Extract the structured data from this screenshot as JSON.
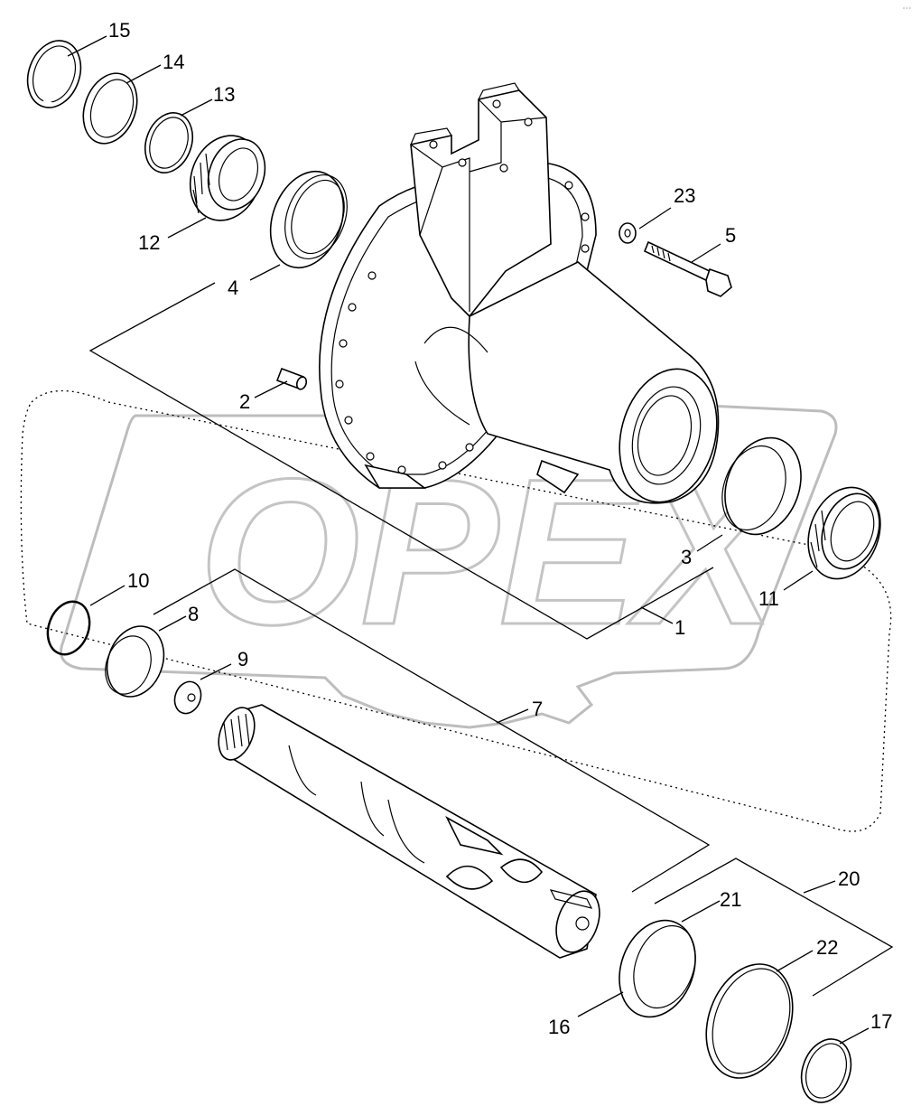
{
  "watermark": {
    "text": "OPEX"
  },
  "corner_mark": "° ° °",
  "callouts": {
    "c1": "1",
    "c2": "2",
    "c3": "3",
    "c4": "4",
    "c5": "5",
    "c7": "7",
    "c8": "8",
    "c9": "9",
    "c10": "10",
    "c11": "11",
    "c12": "12",
    "c13": "13",
    "c14": "14",
    "c15": "15",
    "c16": "16",
    "c17": "17",
    "c20": "20",
    "c21": "21",
    "c22": "22",
    "c23": "23"
  },
  "colors": {
    "line": "#000000",
    "watermark": "#bdbdbd",
    "background": "#ffffff"
  }
}
